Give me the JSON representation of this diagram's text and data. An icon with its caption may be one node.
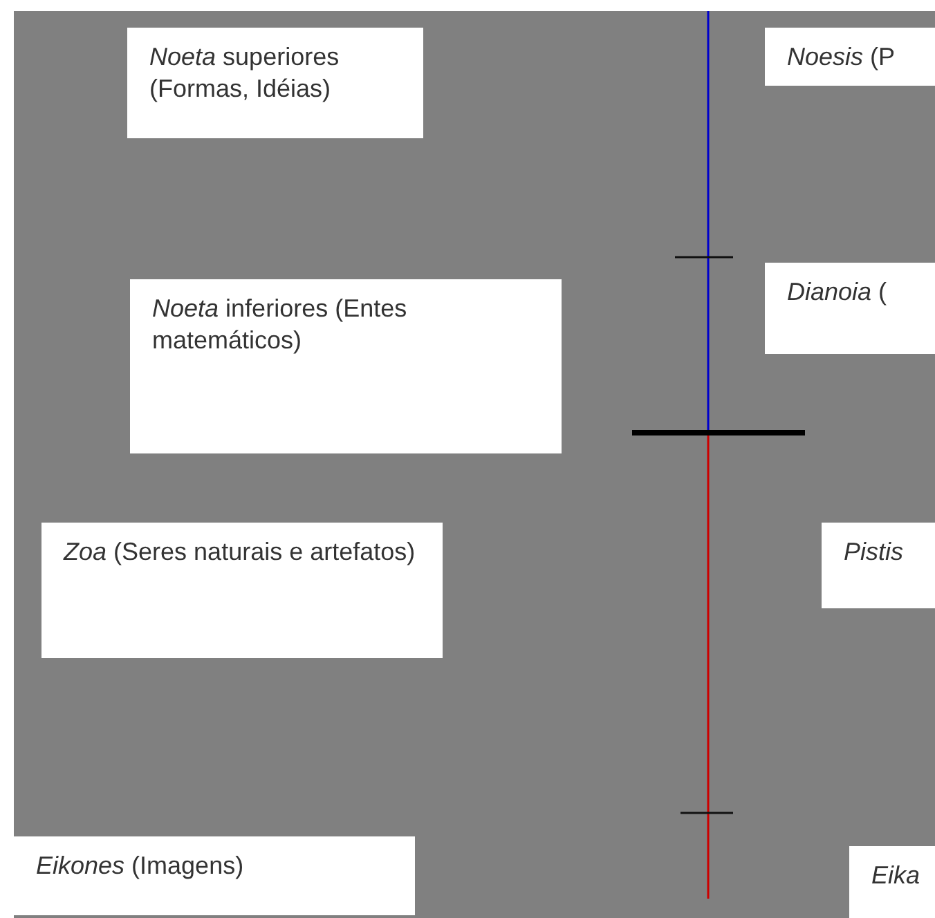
{
  "diagram": {
    "nodes": [
      {
        "text": [
          "*Noeta* superiores (Formas, Idéias)"
        ]
      },
      {
        "text": [
          "*Noesis* (P"
        ]
      },
      {
        "text": [
          "*Noeta* inferiores (Entes matemáticos)"
        ]
      },
      {
        "text": [
          "*Dianoia* ("
        ]
      },
      {
        "text": [
          "*Zoa* (Seres naturais e artefatos)"
        ]
      },
      {
        "text": [
          "*Pistis*"
        ]
      },
      {
        "text": [
          "*Eikones* (Imagens)"
        ]
      },
      {
        "text": [
          "*Eika*"
        ]
      }
    ]
  }
}
